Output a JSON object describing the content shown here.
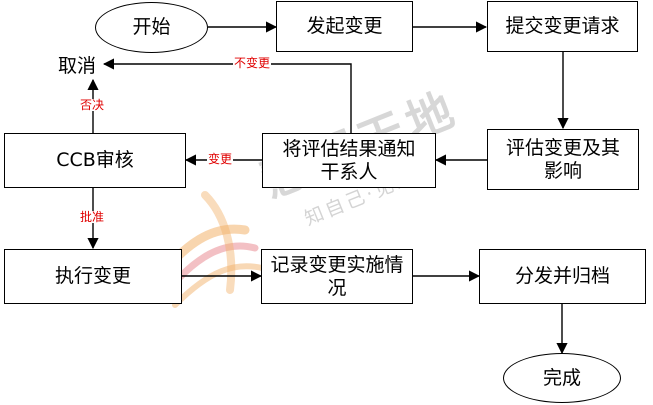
{
  "nodes": {
    "start": "开始",
    "initiate": "发起变更",
    "submit": "提交变更请求",
    "cancel": "取消",
    "ccb": "CCB审核",
    "notify": "将评估结果通知干系人",
    "evaluate": "评估变更及其影响",
    "execute": "执行变更",
    "record": "记录变更实施情况",
    "archive": "分发并归档",
    "done": "完成"
  },
  "edges": {
    "no_change": "不变更",
    "reject": "否决",
    "change": "变更",
    "approve": "批准"
  },
  "watermark": {
    "text": "慧翔天地",
    "slogan": "知自己·见未来"
  },
  "colors": {
    "edge_label": "#e00000",
    "watermark": "#b8b8b8",
    "logo_orange": "#f2b26b",
    "logo_red": "#e8828a"
  }
}
